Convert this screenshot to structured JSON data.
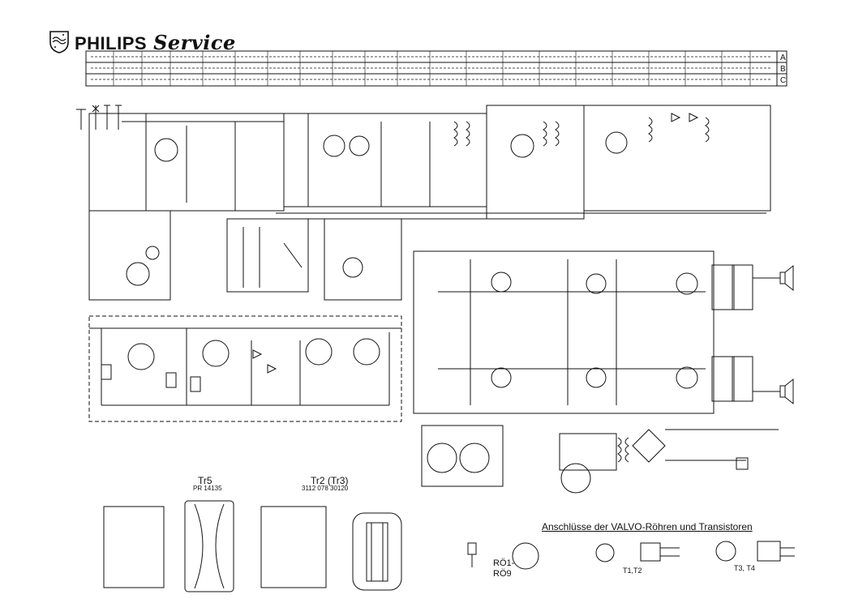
{
  "header": {
    "brand": "PHILIPS",
    "service": "Service",
    "strip_letters": [
      "A",
      "B",
      "C"
    ]
  },
  "labels": {
    "connections_title": "Anschlüsse der VALVO-Röhren und Transistoren",
    "tr5_title": "Tr5",
    "tr5_sub": "PR 14135",
    "tr2_title": "Tr2 (Tr3)",
    "tr2_sub": "3112 078 30120",
    "tube1": "RÖ1-",
    "tube2": "RÖ9",
    "transistors_12": "T1,T2",
    "transistors_34": "T3, T4"
  },
  "colors": {
    "ink": "#111111",
    "paper": "#ffffff"
  },
  "icons": [
    "philips-shield-icon",
    "antenna-icon",
    "speaker-icon",
    "transformer-icon"
  ]
}
